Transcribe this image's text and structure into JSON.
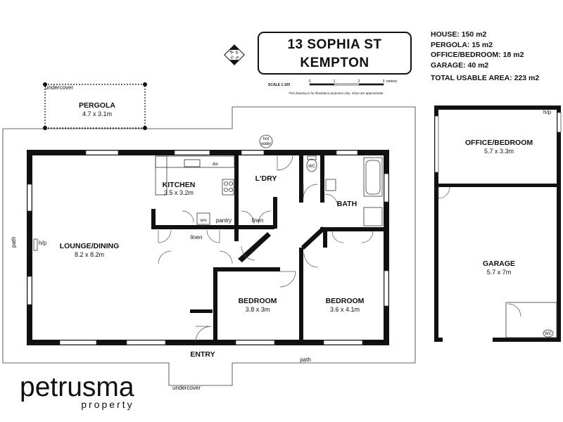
{
  "title": {
    "line1": "13 SOPHIA ST",
    "line2": "KEMPTON"
  },
  "areas": {
    "house": "HOUSE: 150 m2",
    "pergola": "PERGOLA: 15 m2",
    "office": "OFFICE/BEDROOM: 18 m2",
    "garage": "GARAGE: 40 m2",
    "total": "TOTAL USABLE AREA: 223 m2"
  },
  "scale": {
    "label": "SCALE 1:100",
    "ticks": [
      "0",
      "1",
      "2",
      "3"
    ],
    "unit": "metres"
  },
  "disclaimer": "This drawing is for illustration purposes only. Sizes are approximate.",
  "compass": {
    "n": "N",
    "s": "S",
    "e": "E",
    "w": "W"
  },
  "rooms": {
    "pergola": {
      "name": "PERGOLA",
      "size": "4.7 x 3.1m"
    },
    "kitchen": {
      "name": "KITCHEN",
      "size": "3.5 x 3.2m"
    },
    "laundry": {
      "name": "L'DRY"
    },
    "bath": {
      "name": "BATH"
    },
    "lounge": {
      "name": "LOUNGE/DINING",
      "size": "8.2 x 8.2m"
    },
    "bed1": {
      "name": "BEDROOM",
      "size": "3.8 x 3m"
    },
    "bed2": {
      "name": "BEDROOM",
      "size": "3.6 x 4.1m"
    },
    "entry": {
      "name": "ENTRY"
    },
    "office": {
      "name": "OFFICE/BEDROOM",
      "size": "5.7 x 3.3m"
    },
    "garage": {
      "name": "GARAGE",
      "size": "5.7 x 7m"
    }
  },
  "labels": {
    "undercover_top": "undercover",
    "undercover_bottom": "undercover",
    "path_left": "path",
    "path_bottom": "path",
    "hp_lounge": "h/p",
    "hp_office": "h/p",
    "hot_water_1": "hot",
    "hot_water_2": "water",
    "dw": "dw",
    "wo": "w/o",
    "pantry": "pantry",
    "linen1": "linen",
    "linen2": "linen",
    "wc_house": "WC",
    "wc_garage": "WC"
  },
  "logo": {
    "brand": "petrusma",
    "sub": "property"
  }
}
